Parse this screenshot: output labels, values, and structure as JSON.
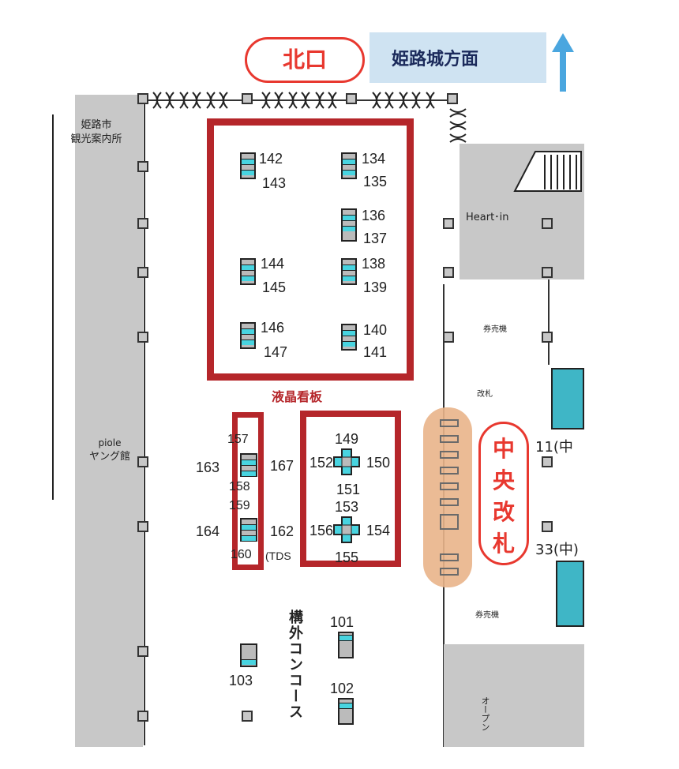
{
  "labels": {
    "north_exit": "北口",
    "himeji_castle": "姫路城方面",
    "tourist_info_line1": "姫路市",
    "tourist_info_line2": "観光案内所",
    "heart_in": "Heart･in",
    "lcd_signboard": "液晶看板",
    "piole_line1": "piole",
    "piole_line2": "ヤング館",
    "central_gate_chars": [
      "中",
      "央",
      "改",
      "札"
    ],
    "outer_concourse": "構外コンコース",
    "ticket_gate_small": "改札",
    "tds": "(TDS",
    "open": "オープン",
    "label_11": "11(中",
    "label_33": "33(中)"
  },
  "signs": [
    {
      "n1": "142",
      "n2": "143"
    },
    {
      "n1": "134",
      "n2": "135"
    },
    {
      "n1": "136",
      "n2": "137"
    },
    {
      "n1": "144",
      "n2": "145"
    },
    {
      "n1": "138",
      "n2": "139"
    },
    {
      "n1": "146",
      "n2": "147"
    },
    {
      "n1": "140",
      "n2": "141"
    }
  ],
  "mid_numbers": {
    "n157": "157",
    "n163": "163",
    "n167": "167",
    "n158": "158",
    "n159": "159",
    "n164": "164",
    "n162": "162",
    "n160": "160",
    "n149": "149",
    "n152": "152",
    "n150": "150",
    "n151": "151",
    "n153": "153",
    "n156": "156",
    "n154": "154",
    "n155": "155",
    "n101": "101",
    "n102": "102",
    "n103": "103"
  },
  "colors": {
    "red": "#b5262a",
    "exit_red": "#e8382f",
    "light_blue": "#cfe3f2",
    "arrow_blue": "#4aa6df",
    "cyan": "#48d4e0",
    "grey_block": "#c8c8c8",
    "gate_orange": "#e9b48a"
  }
}
